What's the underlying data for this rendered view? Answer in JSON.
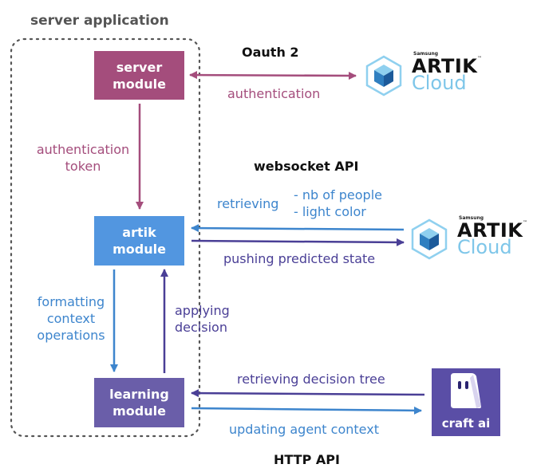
{
  "container": {
    "label": "server application"
  },
  "modules": {
    "server": "server\nmodule",
    "artik": "artik\nmodule",
    "learning": "learning\nmodule"
  },
  "apis": {
    "oauth": "Oauth 2",
    "websocket": "websocket API",
    "http": "HTTP API"
  },
  "edges": {
    "authentication": "authentication",
    "auth_token": "authentication\ntoken",
    "retrieving": "retrieving",
    "retrieving_items": "- nb of people\n- light color",
    "pushing": "pushing predicted state",
    "formatting": "formatting\ncontext\noperations",
    "applying": "applying\ndecision",
    "retrieving_tree": "retrieving decision tree",
    "updating": "updating agent context"
  },
  "logos": {
    "artik": {
      "brand_small": "Samsung",
      "name": "ARTIK",
      "tm": "™",
      "sub": "Cloud"
    },
    "craft": {
      "name": "craft ai"
    }
  },
  "colors": {
    "server_module": "#a44d7c",
    "artik_module": "#5296e0",
    "learning_module": "#6a5ea9",
    "plum": "#a44d7c",
    "blue": "#3d85cd",
    "indigo": "#4a3f96",
    "craft_bg": "#5a4ea6"
  }
}
